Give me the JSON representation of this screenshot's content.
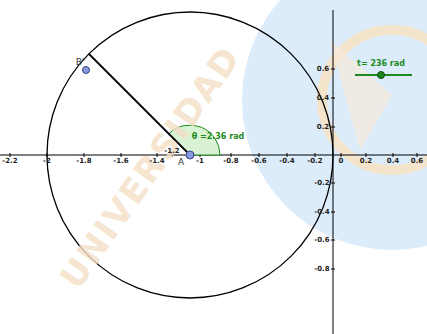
{
  "diagram": {
    "labels": [
      "B'",
      "θ =2.36 rad",
      "A",
      "t= 236 rad",
      "-2.2",
      "-2",
      "-1.8",
      "-1.6",
      "-1.4",
      "-1.2",
      "-1",
      "-0.8",
      "-0.6",
      "-0.4",
      "-0.2",
      "0",
      "0.2",
      "0.4",
      "0.6",
      "0.6",
      "0.4",
      "0.2",
      "-0.2",
      "-0.4",
      "-0.6",
      "-0.8",
      "UNIVERSIDAD"
    ]
  }
}
